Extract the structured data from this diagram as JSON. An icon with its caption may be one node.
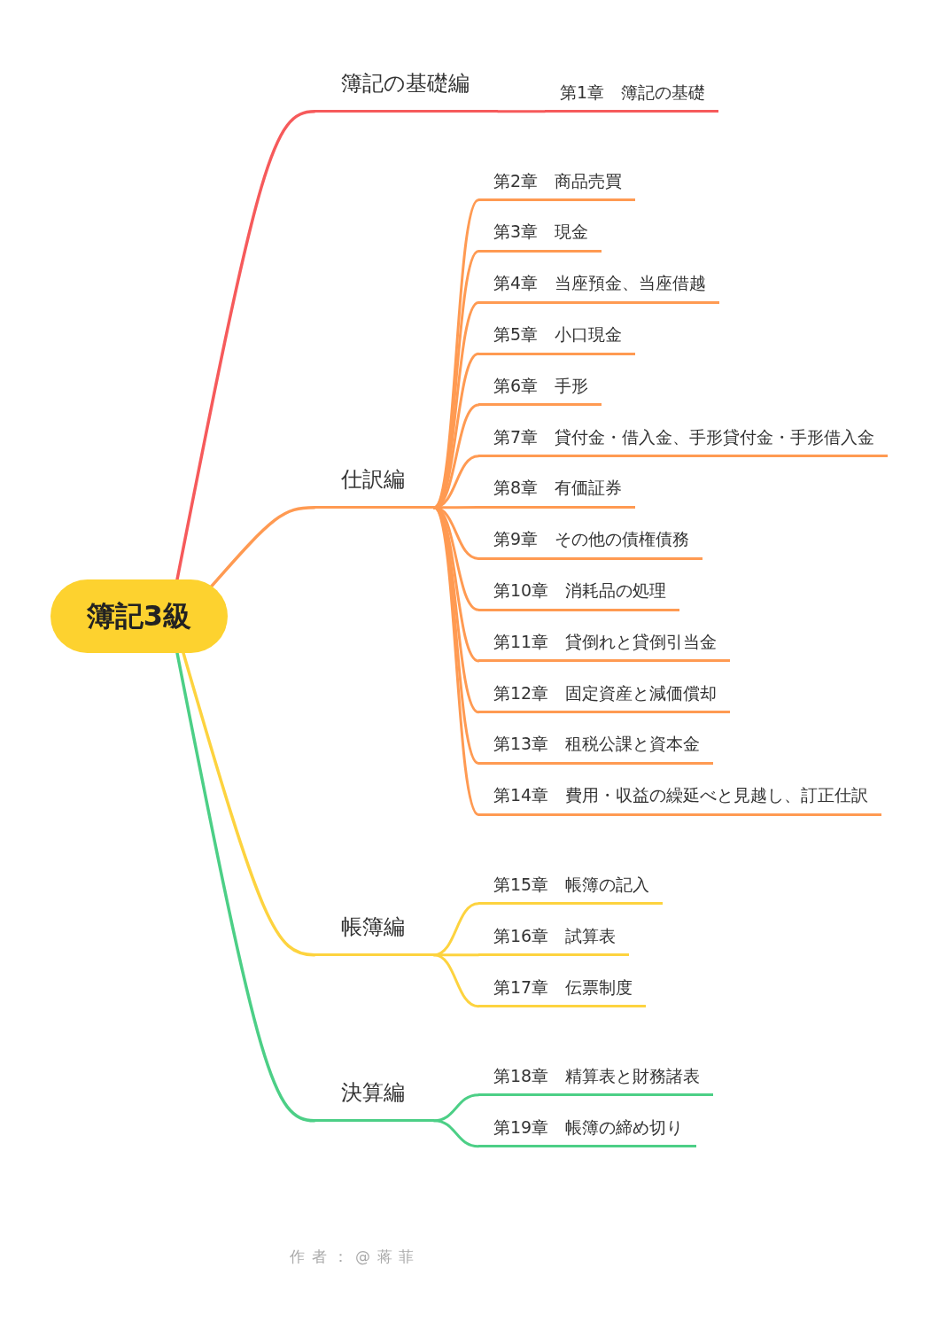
{
  "diagram": {
    "nodes": [
      {
        "text": [
          "簿記3級"
        ]
      },
      {
        "text": [
          "簿記の基礎編"
        ]
      },
      {
        "text": [
          "第1章　簿記の基礎"
        ]
      },
      {
        "text": [
          "仕訳編"
        ]
      },
      {
        "text": [
          "第2章　商品売買"
        ]
      },
      {
        "text": [
          "第3章　現金"
        ]
      },
      {
        "text": [
          "第4章　当座預金、当座借越"
        ]
      },
      {
        "text": [
          "第5章　小口現金"
        ]
      },
      {
        "text": [
          "第6章　手形"
        ]
      },
      {
        "text": [
          "第7章　貸付金・借入金、手形貸付金・手形借入金"
        ]
      },
      {
        "text": [
          "第8章　有価証券"
        ]
      },
      {
        "text": [
          "第9章　その他の債権債務"
        ]
      },
      {
        "text": [
          "第10章　消耗品の処理"
        ]
      },
      {
        "text": [
          "第11章　貸倒れと貸倒引当金"
        ]
      },
      {
        "text": [
          "第12章　固定資産と減価償却"
        ]
      },
      {
        "text": [
          "第13章　租税公課と資本金"
        ]
      },
      {
        "text": [
          "第14章　費用・収益の繰延べと見越し、訂正仕訳"
        ]
      },
      {
        "text": [
          "帳簿編"
        ]
      },
      {
        "text": [
          "第15章　帳簿の記入"
        ]
      },
      {
        "text": [
          "第16章　試算表"
        ]
      },
      {
        "text": [
          "第17章　伝票制度"
        ]
      },
      {
        "text": [
          "決算編"
        ]
      },
      {
        "text": [
          "第18章　精算表と財務諸表"
        ]
      },
      {
        "text": [
          "第19章　帳簿の締め切り"
        ]
      }
    ],
    "edges": [
      {
        "from": 0,
        "to": 1,
        "arrow": "none",
        "color": "#f65a5b"
      },
      {
        "from": 1,
        "to": 2,
        "arrow": "none",
        "color": "#f65a5b"
      },
      {
        "from": 0,
        "to": 3,
        "arrow": "none"
      },
      {
        "from": 3,
        "to": 4,
        "arrow": "none"
      },
      {
        "from": 3,
        "to": 5,
        "arrow": "none"
      },
      {
        "from": 3,
        "to": 6,
        "arrow": "none"
      },
      {
        "from": 3,
        "to": 7,
        "arrow": "none"
      },
      {
        "from": 3,
        "to": 8,
        "arrow": "none"
      },
      {
        "from": 3,
        "to": 9,
        "arrow": "none"
      },
      {
        "from": 3,
        "to": 10,
        "arrow": "none"
      },
      {
        "from": 3,
        "to": 11,
        "arrow": "none"
      },
      {
        "from": 3,
        "to": 12,
        "arrow": "none"
      },
      {
        "from": 3,
        "to": 13,
        "arrow": "none"
      },
      {
        "from": 3,
        "to": 14,
        "arrow": "none"
      },
      {
        "from": 3,
        "to": 15,
        "arrow": "none"
      },
      {
        "from": 3,
        "to": 16,
        "arrow": "none"
      },
      {
        "from": 0,
        "to": 17,
        "arrow": "none",
        "color": "#fdd33f"
      },
      {
        "from": 17,
        "to": 18,
        "arrow": "none",
        "color": "#fdd33f"
      },
      {
        "from": 17,
        "to": 19,
        "arrow": "none",
        "color": "#fdd33f"
      },
      {
        "from": 17,
        "to": 20,
        "arrow": "none",
        "color": "#fdd33f"
      },
      {
        "from": 0,
        "to": 21,
        "arrow": "none",
        "color": "#4ccf86"
      },
      {
        "from": 21,
        "to": 22,
        "arrow": "none",
        "color": "#4ccf86"
      },
      {
        "from": 21,
        "to": 23,
        "arrow": "none",
        "color": "#4ccf86"
      }
    ],
    "labels": [
      "作者：@蒋菲"
    ]
  }
}
